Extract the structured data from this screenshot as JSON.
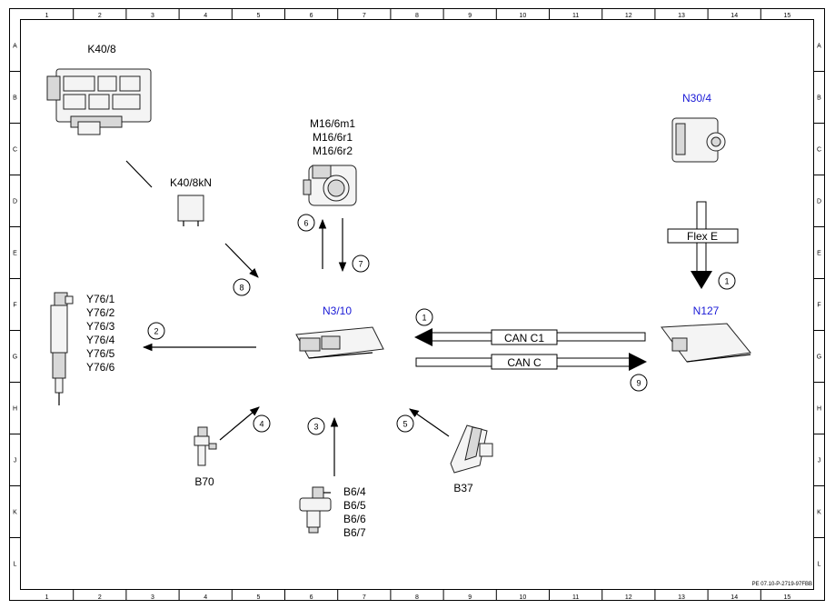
{
  "grid": {
    "columns": [
      "1",
      "2",
      "3",
      "4",
      "5",
      "6",
      "7",
      "8",
      "9",
      "10",
      "11",
      "12",
      "13",
      "14",
      "15"
    ],
    "rows": [
      "A",
      "B",
      "C",
      "D",
      "E",
      "F",
      "G",
      "H",
      "J",
      "K",
      "L"
    ]
  },
  "components": {
    "k40_8": "K40/8",
    "k40_8kn": "K40/8kN",
    "m16_lines": [
      "M16/6m1",
      "M16/6r1",
      "M16/6r2"
    ],
    "n30_4": "N30/4",
    "y76_lines": [
      "Y76/1",
      "Y76/2",
      "Y76/3",
      "Y76/4",
      "Y76/5",
      "Y76/6"
    ],
    "n3_10": "N3/10",
    "n127": "N127",
    "b70": "B70",
    "b6_lines": [
      "B6/4",
      "B6/5",
      "B6/6",
      "B6/7"
    ],
    "b37": "B37"
  },
  "buses": {
    "flex_e": "Flex E",
    "can_c1": "CAN C1",
    "can_c": "CAN C"
  },
  "callouts": {
    "c1_top": "1",
    "c1_mid": "1",
    "c2": "2",
    "c3": "3",
    "c4": "4",
    "c5": "5",
    "c6": "6",
    "c7": "7",
    "c8": "8",
    "c9": "9"
  },
  "reference": "PE 07.10-P-2719-97FBB",
  "colors": {
    "highlight_label": "#1a1ad6",
    "line": "#000000",
    "bus_fill": "#ffffff"
  }
}
